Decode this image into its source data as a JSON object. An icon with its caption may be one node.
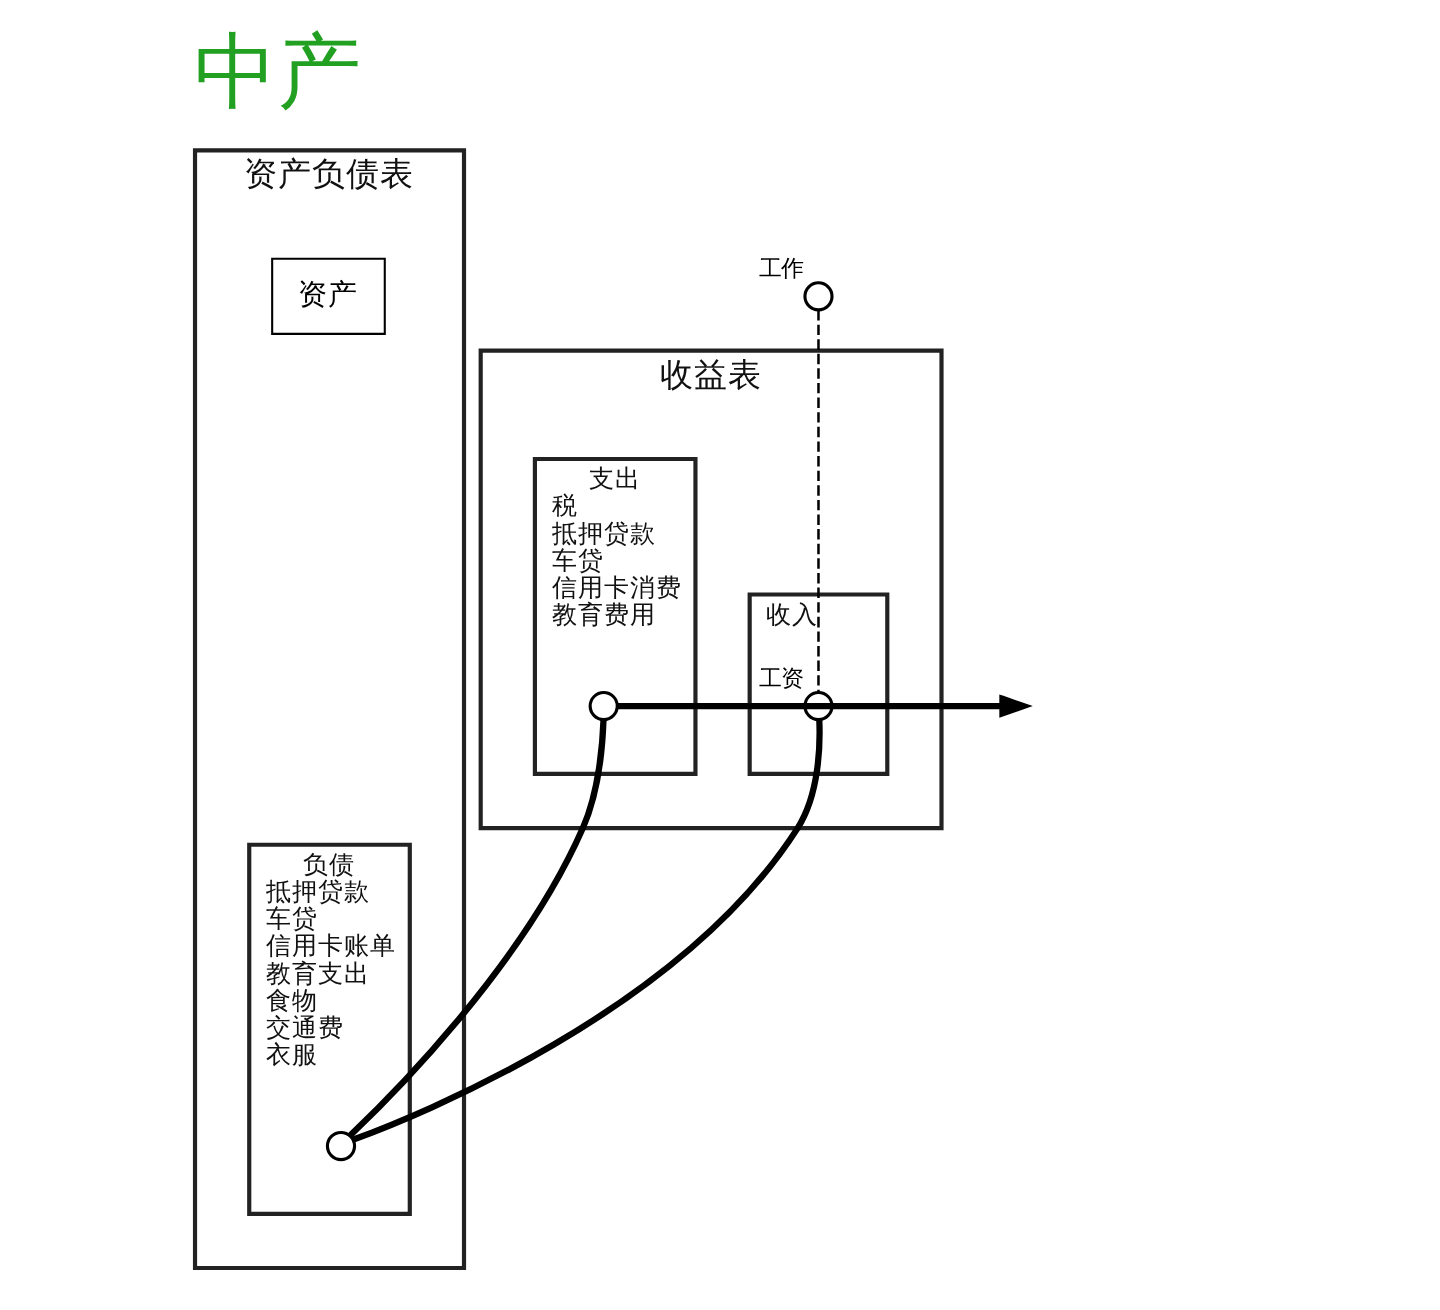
{
  "diagram": {
    "title": "中产",
    "nodes": [
      {
        "text": [
          "收益表"
        ]
      },
      {
        "text": [
          "收入"
        ],
        "in": 0
      },
      {
        "text": [
          "支出",
          "税",
          "抵押贷款",
          "车贷",
          "信用卡消费",
          "教育费用"
        ],
        "in": 0
      },
      {
        "text": [
          "资产负债表"
        ]
      },
      {
        "text": [
          "资产"
        ],
        "in": 3
      },
      {
        "text": [
          "负债",
          "抵押贷款",
          "车贷",
          "信用卡账单",
          "教育支出",
          "食物",
          "交通费",
          "衣服"
        ],
        "in": 3
      },
      {
        "text": [],
        "shape": "circle",
        "beside": [
          "工作"
        ]
      },
      {
        "text": [],
        "shape": "circle",
        "beside": [
          "工资"
        ],
        "in": 1
      },
      {
        "text": [],
        "shape": "circle",
        "in": 2
      },
      {
        "text": [],
        "shape": "circle",
        "in": 5
      }
    ],
    "edges": [
      {
        "from": 6,
        "to": 7,
        "arrow": "none",
        "style": "dashed"
      },
      {
        "from": 7,
        "to": 9,
        "arrow": "none"
      },
      {
        "from": 9,
        "to": 8,
        "arrow": "none"
      },
      {
        "from": 8,
        "to": null,
        "arrow": "to"
      }
    ]
  }
}
